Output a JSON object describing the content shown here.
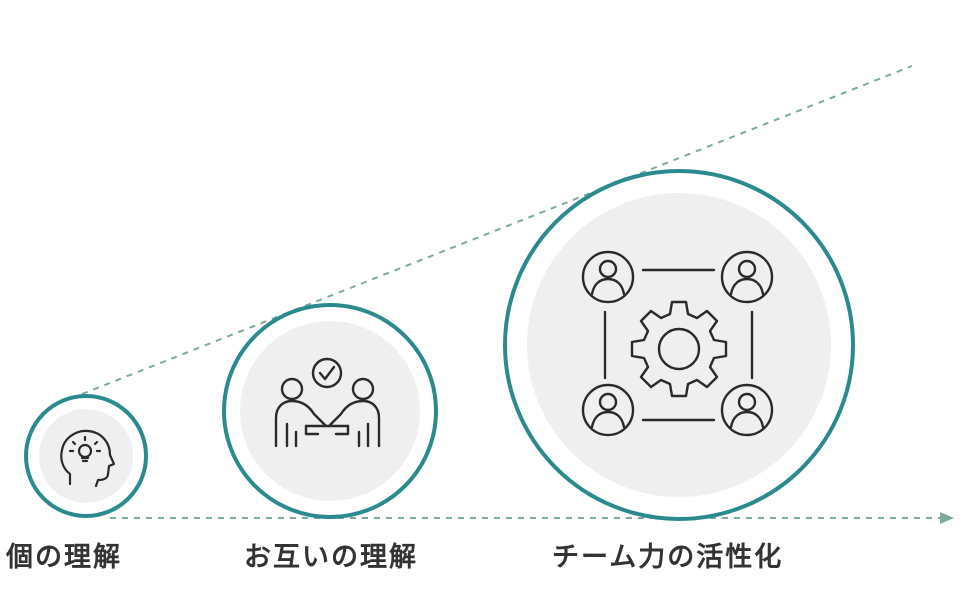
{
  "colors": {
    "ring": "#2b8a8e",
    "fill": "#efefef",
    "icon": "#2a2a2a",
    "dashed": "#7aaaa0",
    "text": "#333333"
  },
  "stages": [
    {
      "label": "個の理解",
      "icon": "head-lightbulb-icon"
    },
    {
      "label": "お互いの理解",
      "icon": "people-handshake-check-icon"
    },
    {
      "label": "チーム力の活性化",
      "icon": "team-gear-network-icon"
    }
  ]
}
